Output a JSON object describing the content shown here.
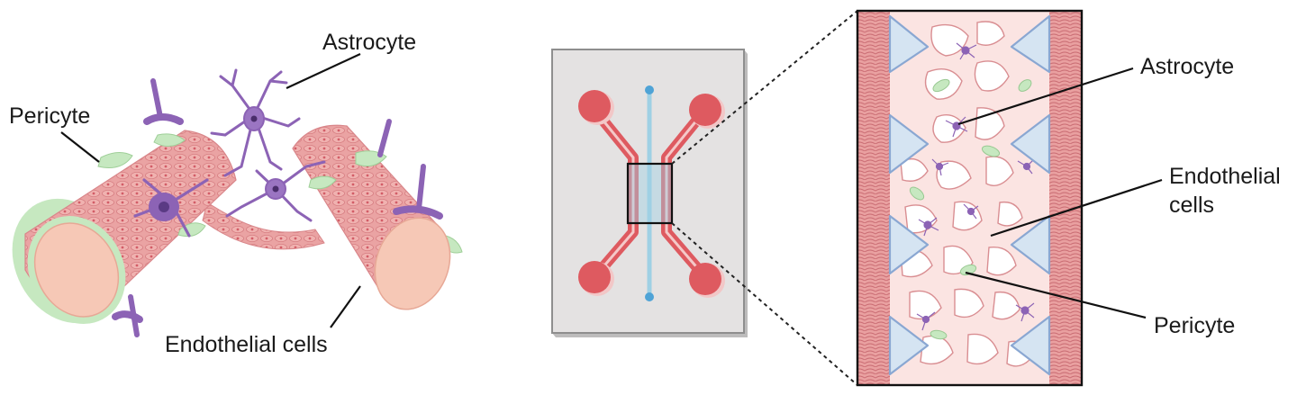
{
  "left_panel": {
    "labels": {
      "astrocyte": "Astrocyte",
      "pericyte": "Pericyte",
      "endothelial": "Endothelial cells"
    }
  },
  "chip": {
    "ports": 4
  },
  "right_panel": {
    "labels": {
      "astrocyte": "Astrocyte",
      "endothelial_line1": "Endothelial",
      "endothelial_line2": "cells",
      "pericyte": "Pericyte"
    }
  },
  "colors": {
    "vessel": "#e9a3a3",
    "vessel_dark": "#cf6f75",
    "lumen": "#f6c8b6",
    "pericyte": "#c6e8c0",
    "astrocyte": "#8c63b5",
    "port": "#de5a60",
    "channel_blue": "#9fd0e4",
    "chip_bg": "#e4e2e2",
    "post_fill": "#d5e4f2",
    "post_stroke": "#8aa7d2",
    "matrix": "#fbe4e2"
  }
}
